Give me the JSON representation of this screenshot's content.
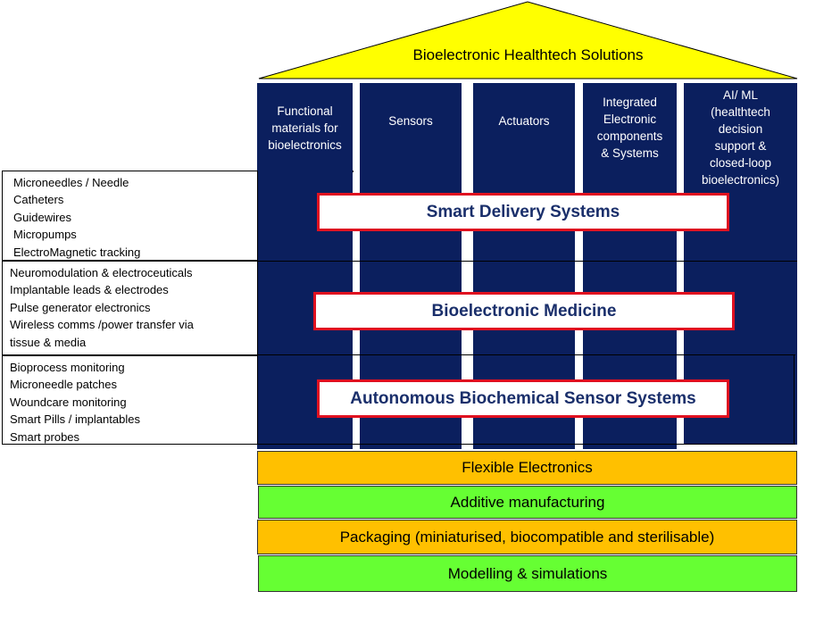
{
  "roof": {
    "title": "Bioelectronic Healthtech Solutions",
    "fill_color": "#ffff00"
  },
  "pillars": [
    {
      "label": "Functional\nmaterials for\nbioelectronics"
    },
    {
      "label": "Sensors"
    },
    {
      "label": "Actuators"
    },
    {
      "label": "Integrated\nElectronic\ncomponents\n& Systems"
    },
    {
      "label": "AI/ ML\n(healthtech\ndecision\nsupport &\nclosed-loop\nbioelectronics)"
    }
  ],
  "bands": [
    {
      "title": "Smart Delivery Systems",
      "items": [
        "Microneedles / Needle",
        "Catheters",
        "Guidewires",
        "Micropumps",
        "ElectroMagnetic tracking"
      ]
    },
    {
      "title": "Bioelectronic Medicine",
      "items": [
        "Neuromodulation  & electroceuticals",
        "Implantable leads & electrodes",
        "Pulse generator electronics",
        "Wireless comms /power transfer via",
        "tissue & media"
      ]
    },
    {
      "title": "Autonomous Biochemical Sensor Systems",
      "items": [
        "Bioprocess monitoring",
        "Microneedle patches",
        "Woundcare monitoring",
        "Smart Pills / implantables",
        "Smart probes"
      ]
    }
  ],
  "foundation": [
    {
      "label": "Flexible Electronics"
    },
    {
      "label": "Additive manufacturing"
    },
    {
      "label": "Packaging (miniaturised, biocompatible and sterilisable)"
    },
    {
      "label": "Modelling & simulations"
    }
  ],
  "colors": {
    "pillar": "#0b1f5e",
    "band_border": "#e01020",
    "band_text": "#1a2f6b",
    "orange_layer": "#ffc000",
    "green_layer": "#66ff33"
  }
}
